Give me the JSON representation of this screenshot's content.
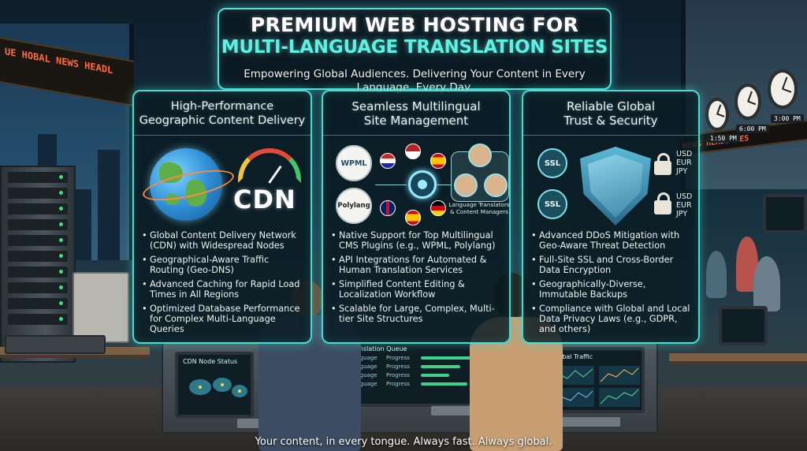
{
  "title": {
    "line1": "PREMIUM WEB HOSTING FOR",
    "line2": "MULTI-LANGUAGE TRANSLATION SITES"
  },
  "subtitle": "Empowering Global Audiences. Delivering Your Content in Every Language, Every Day.",
  "panels": [
    {
      "title": "High-Performance\nGeographic Content Delivery",
      "art_label": "CDN",
      "bullets": [
        "Global Content Delivery Network (CDN) with Widespread Nodes",
        "Geographical-Aware Traffic Routing (Geo-DNS)",
        "Advanced Caching for Rapid Load Times in All Regions",
        "Optimized Database Performance for Complex Multi-Language Queries"
      ]
    },
    {
      "title": "Seamless Multilingual\nSite Management",
      "plugins": [
        "WPML",
        "Polylang"
      ],
      "translators_label": "Language Translators\n& Content Managers",
      "bullets": [
        "Native Support for Top Multilingual CMS Plugins (e.g., WPML, Polylang)",
        "API Integrations for Automated & Human Translation Services",
        "Simplified Content Editing & Localization Workflow",
        "Scalable for Large, Complex, Multi-tier Site Structures"
      ]
    },
    {
      "title": "Reliable Global\nTrust & Security",
      "ssl_label": "SSL",
      "currencies": "USD\nEUR\nJPY",
      "bullets": [
        "Advanced DDoS Mitigation with Geo-Aware Threat Detection",
        "Full-Site SSL and Cross-Border Data Encryption",
        "Geographically-Diverse, Immutable Backups",
        "Compliance with Global and Local Data Privacy Laws (e.g., GDPR, and others)"
      ]
    }
  ],
  "scene": {
    "left_ticker": "UE HOBAL   NEWS HEADL",
    "right_ticker": "NEWS HEADLINES",
    "clocks": [
      "1:50 PM",
      "6:00 PM",
      "3:00 PM"
    ],
    "monitor_left_title": "CDN Node Status",
    "monitor_center_title": "Translation Queue",
    "monitor_center_rows": [
      {
        "label": "Language",
        "status": "Progress",
        "level": 0.75
      },
      {
        "label": "Language",
        "status": "Progress",
        "level": 0.55
      },
      {
        "label": "Language",
        "status": "Progress",
        "level": 0.4
      },
      {
        "label": "Language",
        "status": "Progress",
        "level": 0.65
      }
    ],
    "monitor_right_title": "Global Traffic"
  },
  "caption": "Your content, in every tongue. Always fast. Always global.",
  "colors": {
    "accent": "#46dccf",
    "title_highlight": "#5ff0e2",
    "panel_bg": "#091c22"
  }
}
